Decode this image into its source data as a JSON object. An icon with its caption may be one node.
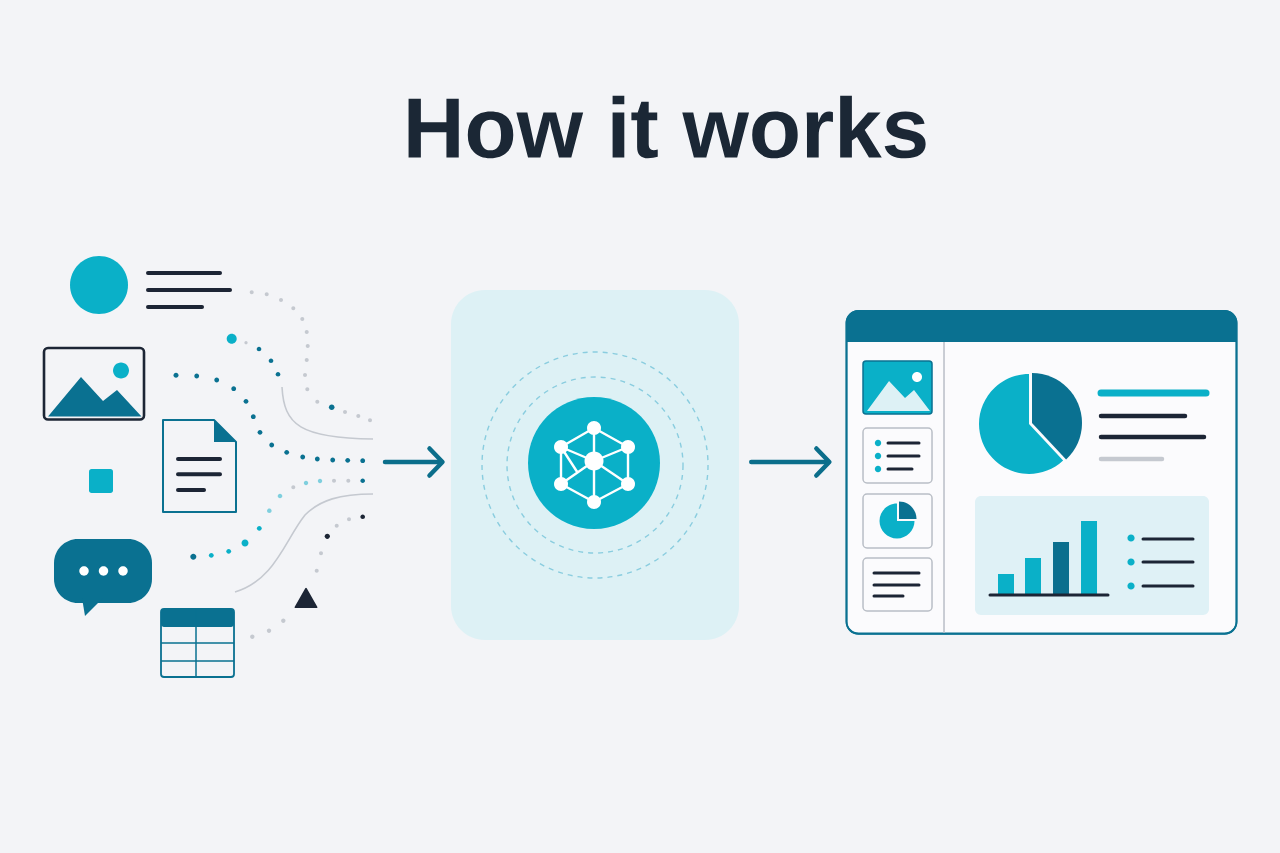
{
  "diagram": {
    "title": "How it works",
    "nodes": [
      {
        "text": [],
        "shape": "box"
      },
      {
        "text": [],
        "shape": "picture"
      }
    ],
    "edges": [
      {
        "from": null,
        "to": 0,
        "arrow": "to"
      },
      {
        "from": 0,
        "to": 1,
        "arrow": "to"
      }
    ]
  }
}
